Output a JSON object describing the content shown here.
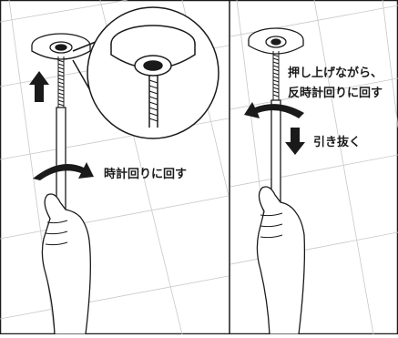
{
  "panels": {
    "left": {
      "instruction": "時計回りに回す"
    },
    "right": {
      "instruction_line1": "押し上げながら、",
      "instruction_line2": "反時計回りに回す",
      "instruction_pull": "引き抜く"
    }
  },
  "colors": {
    "line": "#1a1a1a",
    "grid": "#c8c8c8",
    "background": "#ffffff"
  }
}
